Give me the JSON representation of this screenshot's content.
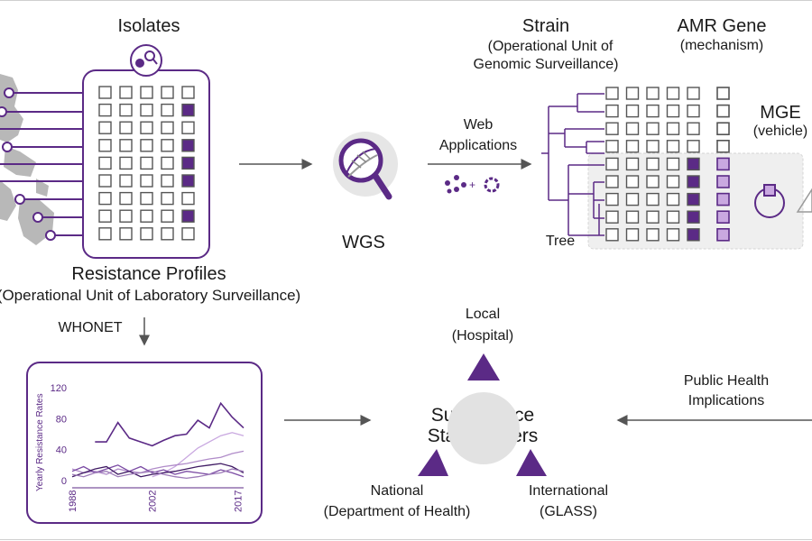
{
  "isolates": {
    "title": "Isolates",
    "profiles_title": "Resistance Profiles",
    "profiles_subtitle": "(Operational Unit of Laboratory Surveillance)",
    "grid_rows": 9,
    "grid_cols": 5,
    "resistant_cells": [
      [
        1,
        4
      ],
      [
        3,
        4
      ],
      [
        4,
        4
      ],
      [
        5,
        4
      ],
      [
        7,
        4
      ]
    ]
  },
  "wgs": {
    "label": "WGS"
  },
  "web_apps": {
    "line1": "Web",
    "line2": "Applications"
  },
  "strain": {
    "title": "Strain",
    "subtitle_line1": "(Operational Unit of",
    "subtitle_line2": "Genomic Surveillance)",
    "tree_label": "Tree"
  },
  "amr_gene": {
    "title": "AMR Gene",
    "subtitle": "(mechanism)"
  },
  "mge": {
    "title": "MGE",
    "subtitle": "(vehicle)"
  },
  "whonet": {
    "label": "WHONET"
  },
  "stakeholders": {
    "line1": "Surveillance",
    "line2": "Stakeholders",
    "local_line1": "Local",
    "local_line2": "(Hospital)",
    "national_line1": "National",
    "national_line2": "(Department of Health)",
    "international_line1": "International",
    "international_line2": "(GLASS)"
  },
  "public_health": {
    "line1": "Public Health",
    "line2": "Implications"
  },
  "colors": {
    "purple": "#5b2a86",
    "light_purple": "#c9a8e0",
    "grey": "#bdbdbd",
    "map_grey": "#b8b8b8"
  },
  "chart_data": {
    "type": "line",
    "title": "",
    "xlabel": "",
    "ylabel": "Yearly Resistance Rates",
    "xticks": [
      "1988",
      "2002",
      "2017"
    ],
    "yticks": [
      0,
      40,
      80,
      120
    ],
    "ylim": [
      0,
      120
    ],
    "xlim": [
      1988,
      2018
    ],
    "x": [
      1988,
      1990,
      1992,
      1994,
      1996,
      1998,
      2000,
      2002,
      2004,
      2006,
      2008,
      2010,
      2012,
      2014,
      2016,
      2018
    ],
    "series": [
      {
        "color": "#5b2a86",
        "values": [
          null,
          null,
          50,
          50,
          75,
          55,
          50,
          45,
          52,
          58,
          60,
          78,
          68,
          100,
          82,
          68
        ]
      },
      {
        "color": "#c9a8e0",
        "values": [
          null,
          null,
          null,
          null,
          null,
          null,
          null,
          5,
          10,
          18,
          30,
          42,
          50,
          58,
          62,
          58
        ]
      },
      {
        "color": "#b08cc9",
        "values": [
          15,
          10,
          12,
          8,
          15,
          12,
          10,
          15,
          18,
          20,
          22,
          25,
          28,
          30,
          35,
          38
        ]
      },
      {
        "color": "#7a4aa3",
        "values": [
          12,
          18,
          10,
          15,
          20,
          12,
          18,
          10,
          14,
          8,
          12,
          10,
          8,
          14,
          10,
          5
        ]
      },
      {
        "color": "#3f1a63",
        "values": [
          5,
          10,
          15,
          18,
          8,
          12,
          5,
          8,
          10,
          12,
          15,
          18,
          20,
          22,
          18,
          10
        ]
      },
      {
        "color": "#9d7bb8",
        "values": [
          8,
          5,
          10,
          12,
          5,
          8,
          10,
          12,
          8,
          5,
          3,
          5,
          8,
          10,
          15,
          12
        ]
      }
    ]
  }
}
